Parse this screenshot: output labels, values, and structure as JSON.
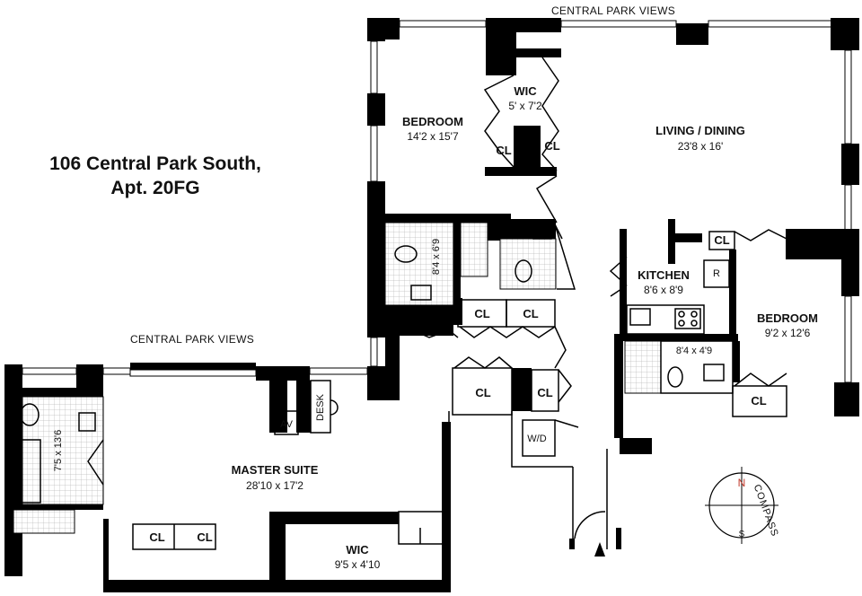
{
  "title": {
    "line1": "106 Central Park South,",
    "line2": "Apt. 20FG"
  },
  "views": {
    "top": "CENTRAL PARK VIEWS",
    "left": "CENTRAL PARK VIEWS"
  },
  "rooms": {
    "bedroom_nw": {
      "name": "BEDROOM",
      "dims": "14'2 x 15'7"
    },
    "wic_top": {
      "name": "WIC",
      "dims": "5' x 7'2"
    },
    "living": {
      "name": "LIVING / DINING",
      "dims": "23'8 x 16'"
    },
    "kitchen": {
      "name": "KITCHEN",
      "dims": "8'6 x 8'9"
    },
    "bedroom_e": {
      "name": "BEDROOM",
      "dims": "9'2 x 12'6"
    },
    "bath_nw": {
      "dims": "8'4 x 6'9"
    },
    "bath_e": {
      "dims": "8'4 x 4'9"
    },
    "master": {
      "name": "MASTER SUITE",
      "dims": "28'10 x 17'2"
    },
    "master_bath": {
      "dims": "7'5 x 13'6"
    },
    "wic_master": {
      "name": "WIC",
      "dims": "9'5 x 4'10"
    }
  },
  "labels": {
    "closet": "CL",
    "av": "AV",
    "desk": "DESK",
    "wd": "W/D",
    "fridge": "R"
  },
  "compass": {
    "north": "N",
    "word": "COMPASS",
    "star_s": "S"
  }
}
